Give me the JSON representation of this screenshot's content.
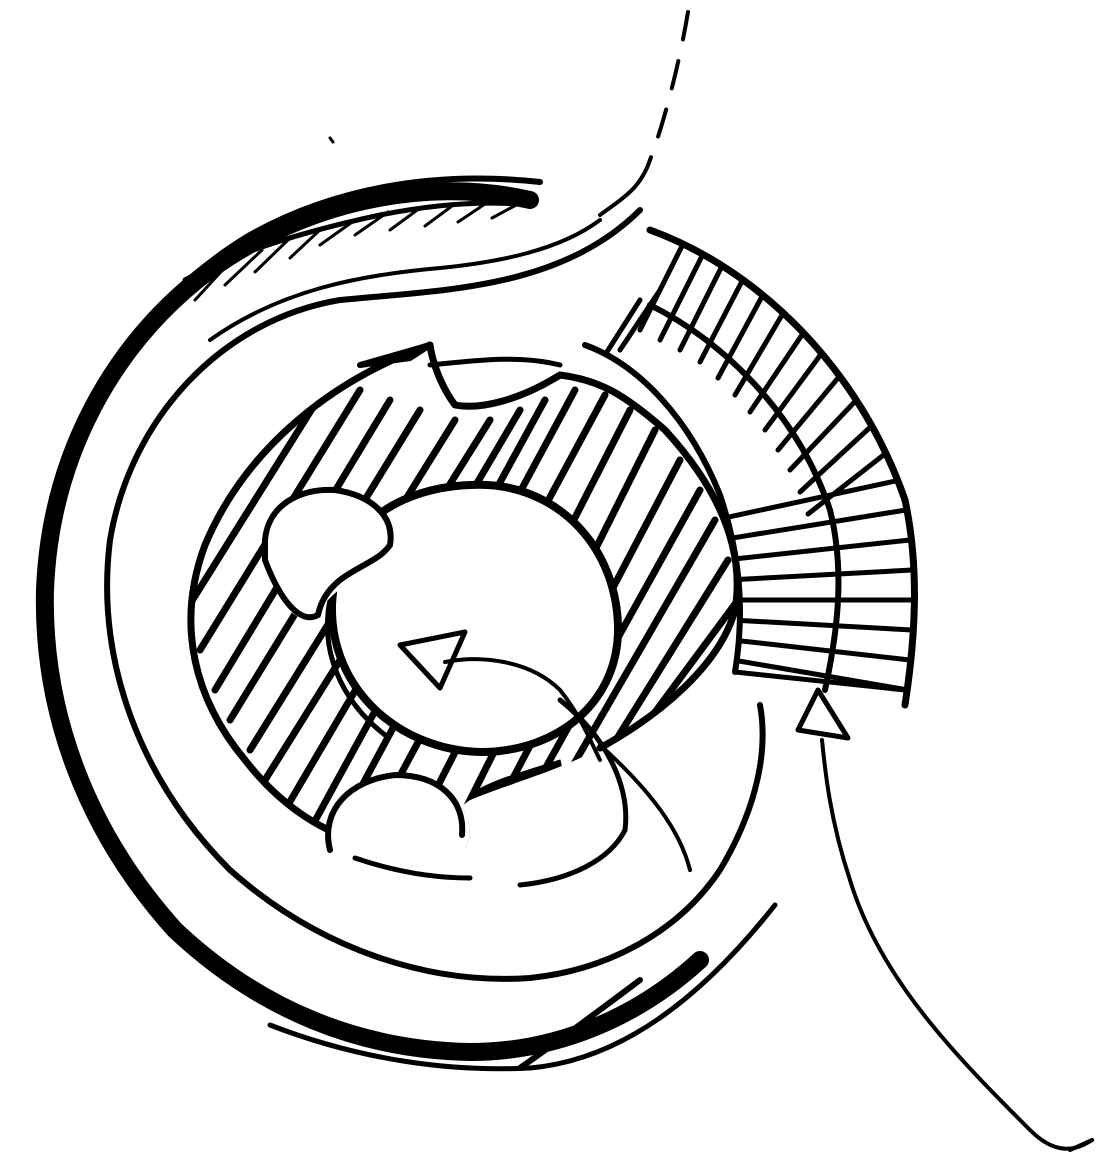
{
  "diagram": {
    "style": "hand-drawn ink sketch",
    "ink_color": "#000000",
    "paper_color": "#ffffff",
    "elements": [
      "outer-ring",
      "middle-ring",
      "hatched-outer-sector",
      "hatched-inner-ring",
      "central-circle",
      "left-void",
      "lower-void",
      "entry-path",
      "dashed-path",
      "central-arrow",
      "entry-arrow"
    ]
  }
}
